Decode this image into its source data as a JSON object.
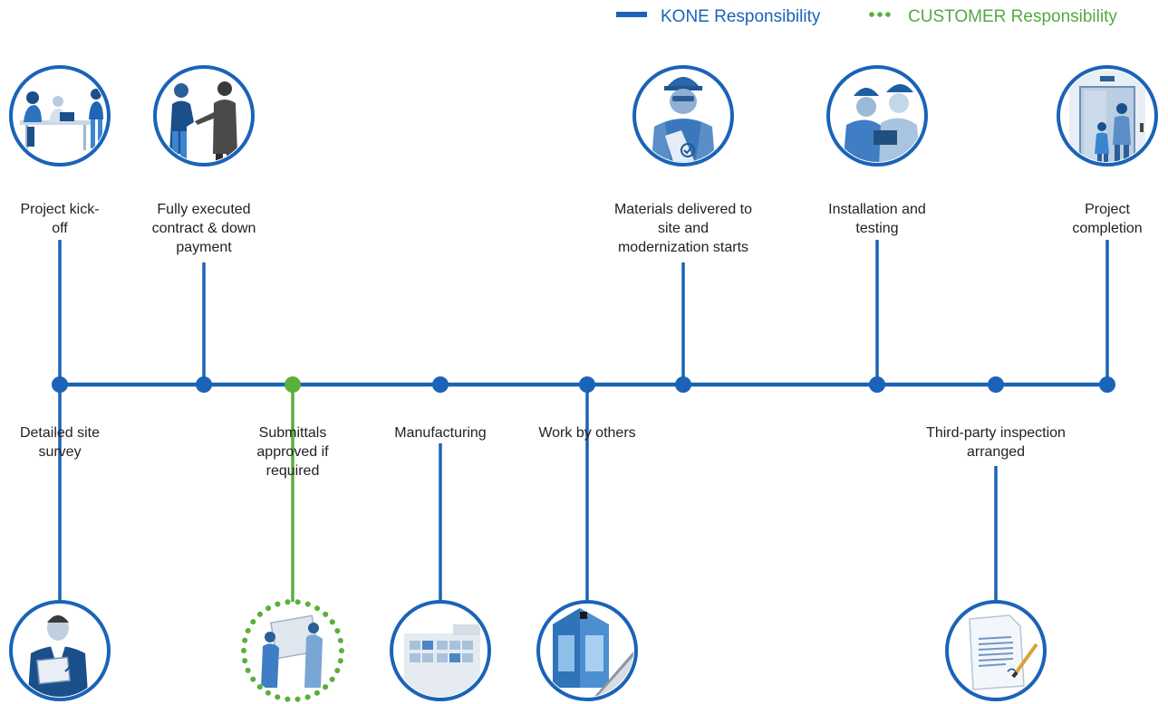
{
  "legend": {
    "kone_label": "KONE Responsibility",
    "customer_label": "CUSTOMER Responsibility"
  },
  "colors": {
    "kone": "#1a63b8",
    "customer": "#5aaf3c",
    "text": "#222222",
    "circle_fill": "#ffffff"
  },
  "milestones_top": [
    {
      "key": "kickoff",
      "label": "Project kick-\noff",
      "responsibility": "kone",
      "icon": "meeting-icon"
    },
    {
      "key": "contract",
      "label": "Fully executed\ncontract & down\npayment",
      "responsibility": "kone",
      "icon": "handshake-icon"
    },
    {
      "key": "materials",
      "label": "Materials delivered to\nsite and\nmodernization starts",
      "responsibility": "kone",
      "icon": "worker-checklist-icon"
    },
    {
      "key": "installation",
      "label": "Installation and\ntesting",
      "responsibility": "kone",
      "icon": "technicians-icon"
    },
    {
      "key": "completion",
      "label": "Project\ncompletion",
      "responsibility": "kone",
      "icon": "elevator-passengers-icon"
    }
  ],
  "milestones_bottom": [
    {
      "key": "survey",
      "label": "Detailed site\nsurvey",
      "responsibility": "kone",
      "icon": "surveyor-icon"
    },
    {
      "key": "submittals",
      "label": "Submittals\napproved if\nrequired",
      "responsibility": "customer",
      "icon": "people-carrying-panel-icon"
    },
    {
      "key": "manufacturing",
      "label": "Manufacturing",
      "responsibility": "kone",
      "icon": "factory-icon"
    },
    {
      "key": "work",
      "label": "Work by others",
      "responsibility": "kone",
      "icon": "escalator-building-icon"
    },
    {
      "key": "inspection",
      "label": "Third-party inspection\narranged",
      "responsibility": "kone",
      "icon": "signed-document-icon"
    }
  ]
}
